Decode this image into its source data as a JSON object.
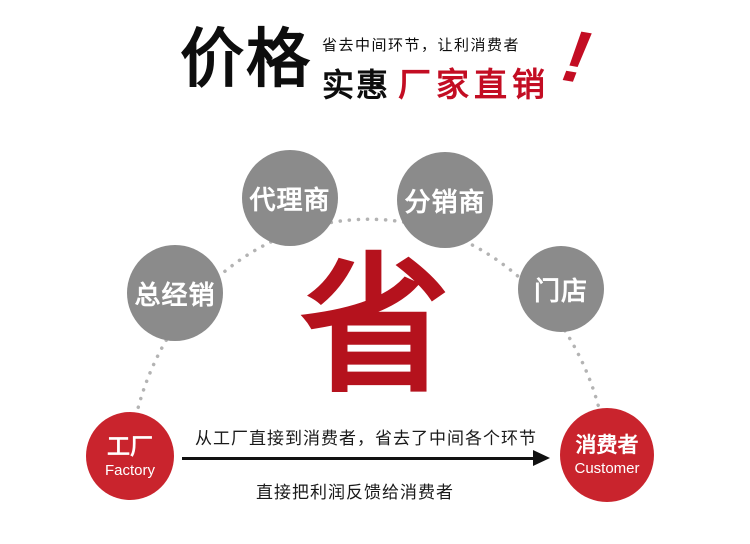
{
  "header": {
    "title": "价格",
    "tagline": "省去中间环节，让利消费者",
    "subtitle_black": "实惠",
    "subtitle_red": "厂家直销",
    "exclamation": "!"
  },
  "diagram": {
    "center_character": "省",
    "middlemen": [
      {
        "label": "总经销"
      },
      {
        "label": "代理商"
      },
      {
        "label": "分销商"
      },
      {
        "label": "门店"
      }
    ],
    "factory": {
      "cn": "工厂",
      "en": "Factory"
    },
    "customer": {
      "cn": "消费者",
      "en": "Customer"
    },
    "caption_top": "从工厂直接到消费者，省去了中间各个环节",
    "caption_bottom": "直接把利润反馈给消费者"
  },
  "colors": {
    "red_accent": "#c30d23",
    "red_circle": "#c9242d",
    "gray_circle": "#8b8b8b",
    "text": "#1a1a1a"
  }
}
